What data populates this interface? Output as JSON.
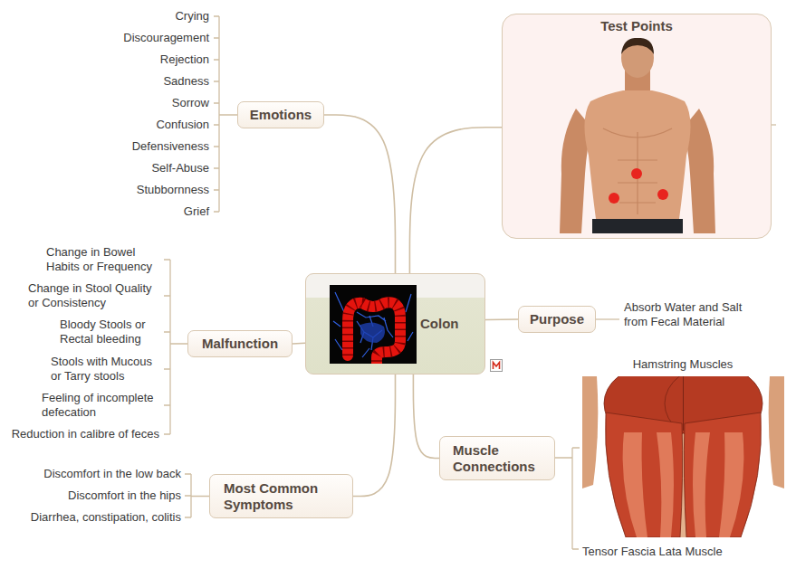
{
  "diagram": {
    "nodes": [
      {
        "text": [
          "Emotions"
        ]
      },
      {
        "text": [
          "Test Points"
        ]
      },
      {
        "text": [
          "Malfunction"
        ]
      },
      {
        "text": [
          "Colon"
        ]
      },
      {
        "text": [
          "Purpose"
        ]
      },
      {
        "text": [
          "Most Common Symptoms"
        ]
      },
      {
        "text": [
          "Muscle Connections"
        ]
      }
    ],
    "edges": [
      {
        "from": 3,
        "to": 0,
        "arrow": "none"
      },
      {
        "from": 3,
        "to": 1,
        "arrow": "none"
      },
      {
        "from": 3,
        "to": 2,
        "arrow": "none"
      },
      {
        "from": 3,
        "to": 4,
        "arrow": "none"
      },
      {
        "from": 3,
        "to": 5,
        "arrow": "none"
      },
      {
        "from": 3,
        "to": 6,
        "arrow": "none"
      }
    ],
    "labels": [
      "Crying",
      "Discouragement",
      "Rejection",
      "Sadness",
      "Sorrow",
      "Confusion",
      "Defensiveness",
      "Self-Abuse",
      "Stubbornness",
      "Grief",
      "Change in Bowel Habits or Frequency",
      "Change in Stool Quality or Consistency",
      "Bloody Stools or Rectal bleeding",
      "Stools with Mucous or Tarry stools",
      "Feeling of incomplete defecation",
      "Reduction in calibre of feces",
      "Discomfort in the low back",
      "Discomfort in the hips",
      "Diarrhea, constipation, colitis",
      "Absorb Water and Salt from Fecal Material",
      "Hamstring Muscles",
      "Tensor Fascia Lata Muscle"
    ]
  }
}
